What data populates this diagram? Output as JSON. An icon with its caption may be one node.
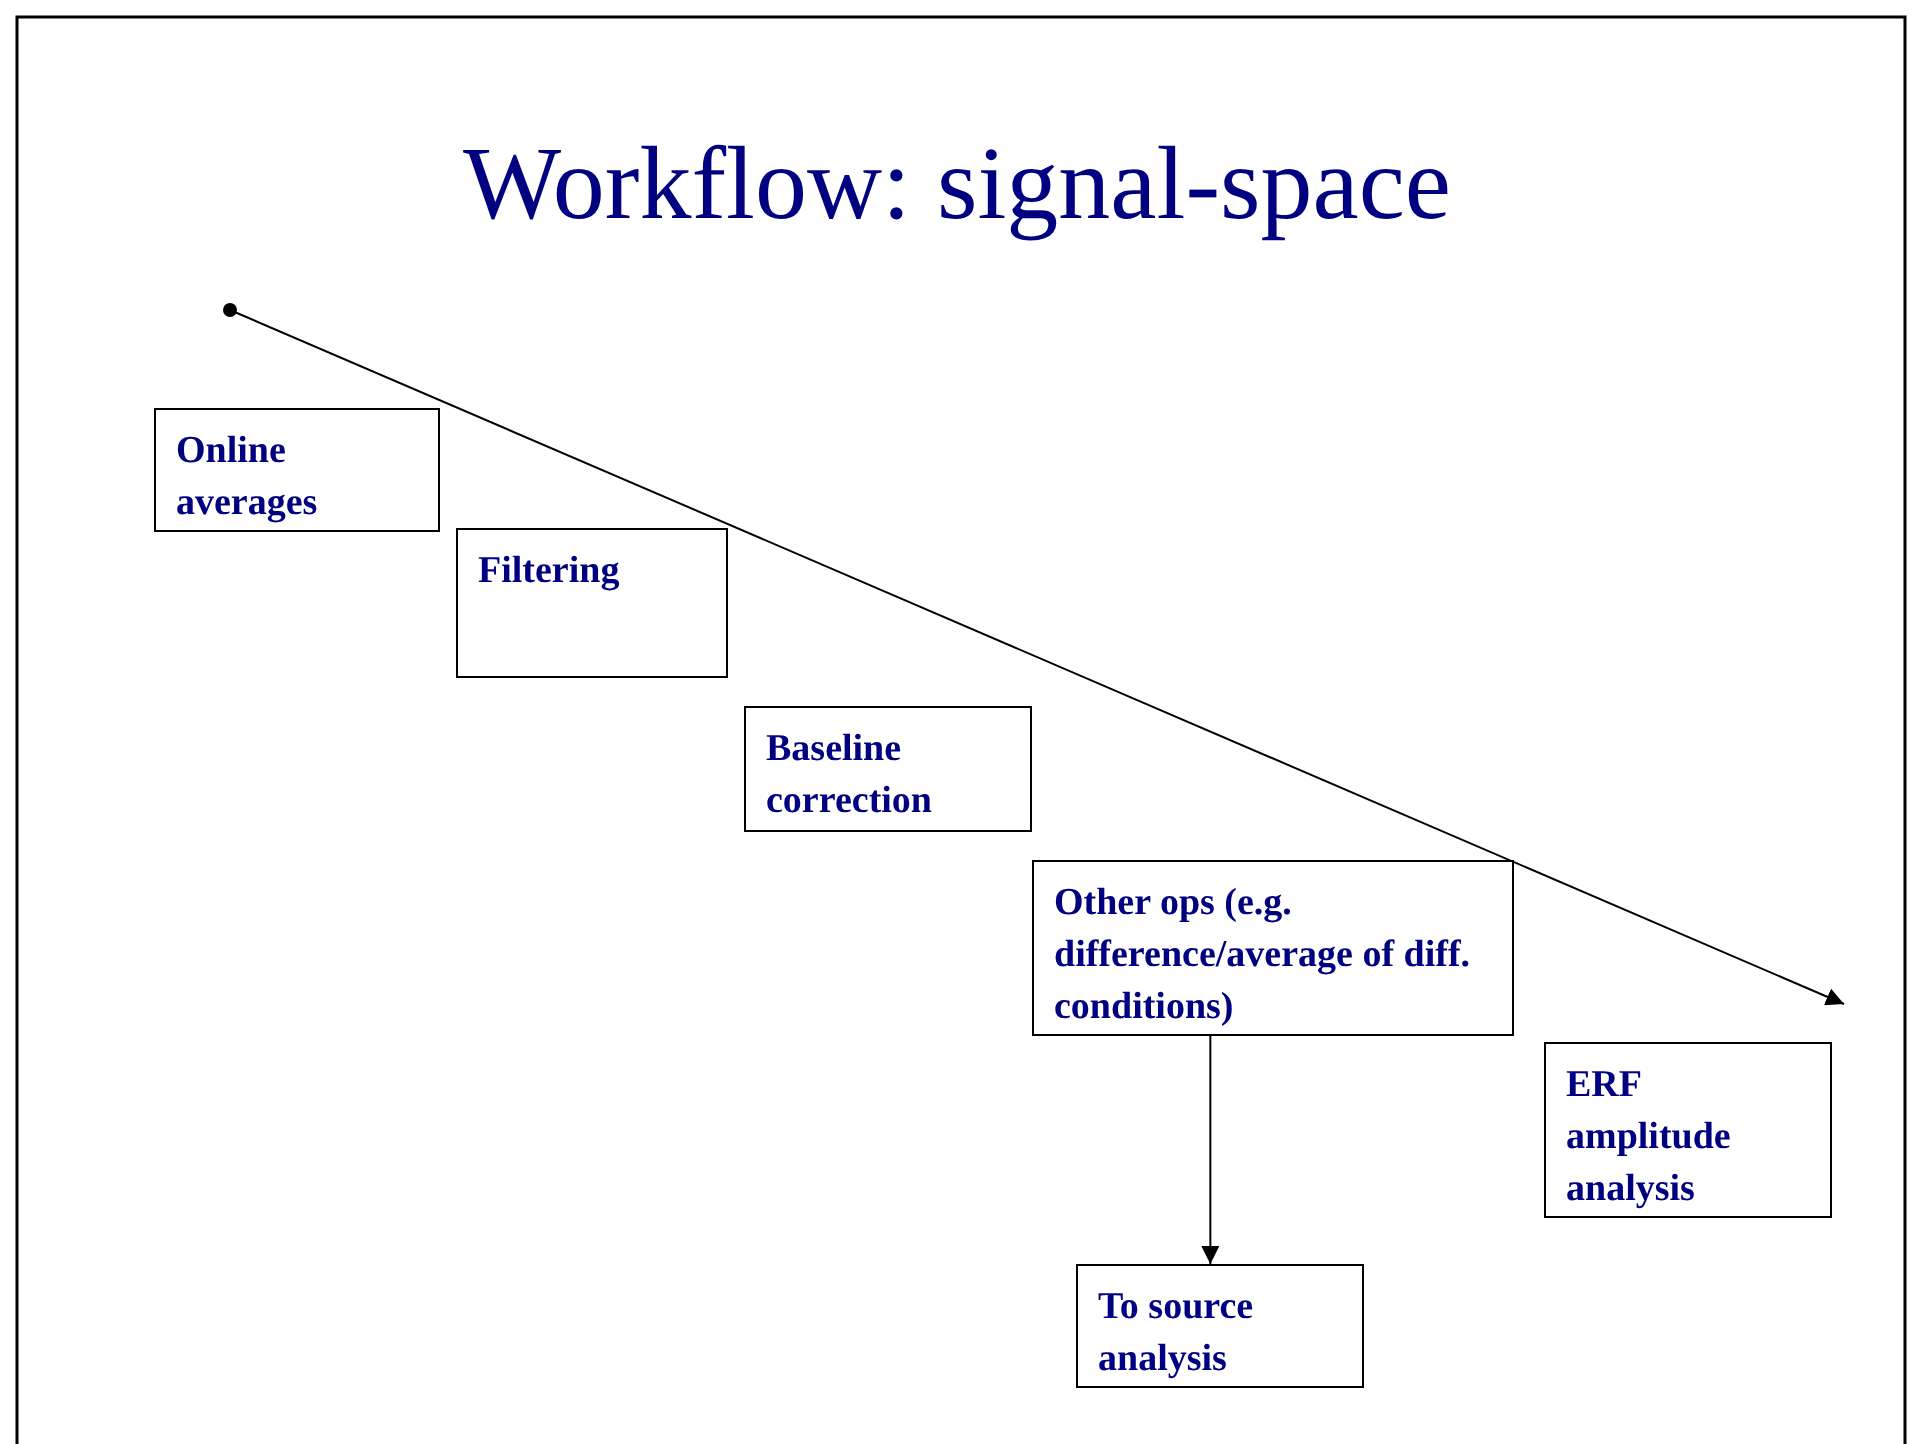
{
  "diagram": {
    "title": "Workflow: signal-space",
    "nodes": [
      {
        "text": [
          "Online averages"
        ]
      },
      {
        "text": [
          "Filtering"
        ]
      },
      {
        "text": [
          "Baseline correction"
        ]
      },
      {
        "text": [
          "Other ops (e.g. difference/average of diff. conditions)"
        ]
      },
      {
        "text": [
          "ERF amplitude analysis"
        ]
      },
      {
        "text": [
          "To source analysis"
        ]
      }
    ],
    "edges": [
      {
        "from": 3,
        "to": 5,
        "arrow": "to"
      }
    ]
  }
}
